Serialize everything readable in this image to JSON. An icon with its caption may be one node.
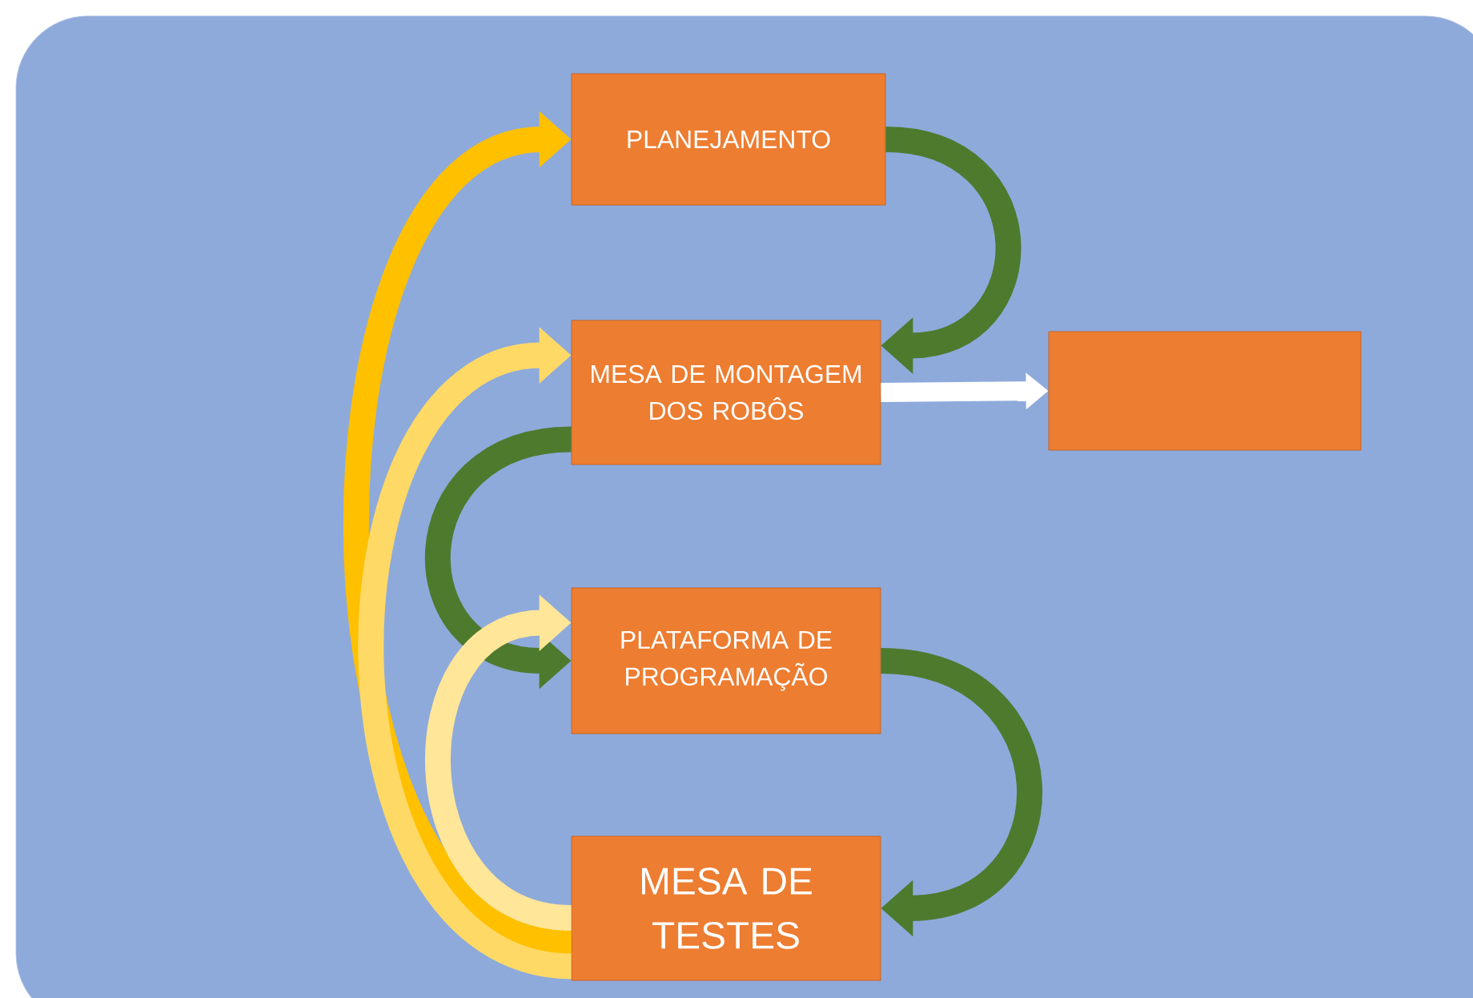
{
  "diagram": {
    "nodes": [
      {
        "text": [
          "PLANEJAMENTO"
        ]
      },
      {
        "text": [
          "MESA DE MONTAGEM DOS ROBÔS"
        ]
      },
      {
        "text": [],
        "shape": "box"
      },
      {
        "text": [
          "PLATAFORMA DE PROGRAMAÇÃO"
        ]
      },
      {
        "text": [
          "MESA DE TESTES"
        ]
      }
    ],
    "edges": [
      {
        "from": 0,
        "to": 1,
        "arrow": "to"
      },
      {
        "from": 1,
        "to": 2,
        "arrow": "to",
        "color": "#ffffff"
      },
      {
        "from": 1,
        "to": 3,
        "arrow": "to"
      },
      {
        "from": 3,
        "to": 4,
        "arrow": "to"
      },
      {
        "from": 4,
        "to": 0,
        "arrow": "to",
        "color": "#ffc000"
      },
      {
        "from": 4,
        "to": 1,
        "arrow": "to",
        "color": "#ffd966"
      },
      {
        "from": 4,
        "to": 3,
        "arrow": "to",
        "color": "#ffe699"
      }
    ]
  }
}
